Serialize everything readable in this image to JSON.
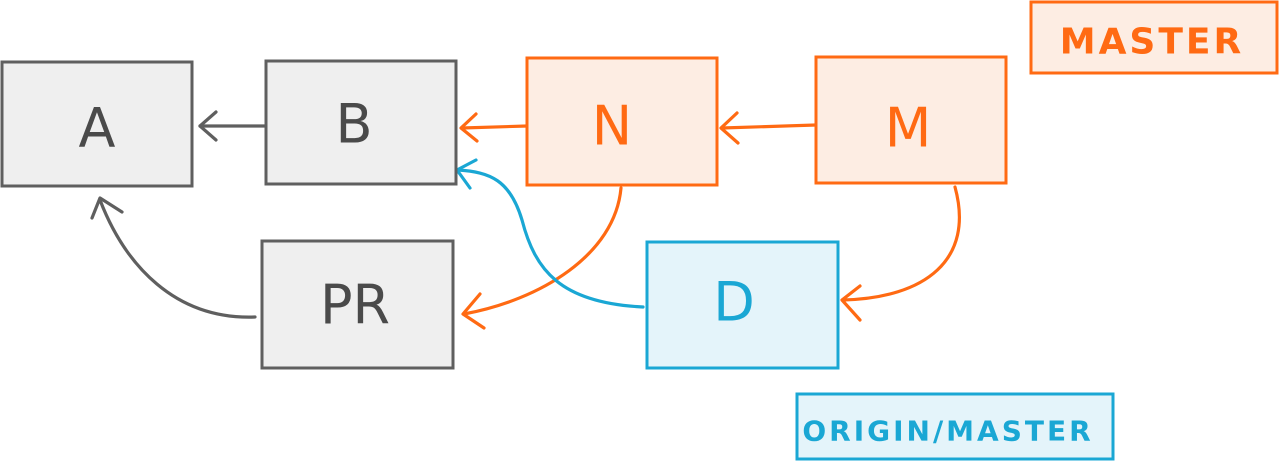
{
  "colors": {
    "gray_stroke": "#5f5f5f",
    "gray_fill": "#efefef",
    "gray_text": "#4a4a4a",
    "orange_stroke": "#ff6a13",
    "orange_fill": "#fdede3",
    "orange_text": "#ff6a13",
    "blue_stroke": "#1aa7d4",
    "blue_fill": "#e4f4fa",
    "blue_text": "#1aa7d4"
  },
  "nodes": {
    "a": "A",
    "b": "B",
    "n": "N",
    "m": "M",
    "pr": "PR",
    "d": "D"
  },
  "tags": {
    "master": "MASTER",
    "origin_master": "ORIGIN/MASTER"
  },
  "edges": [
    {
      "from": "B",
      "to": "A",
      "color": "gray"
    },
    {
      "from": "PR",
      "to": "A",
      "color": "gray"
    },
    {
      "from": "N",
      "to": "B",
      "color": "orange"
    },
    {
      "from": "M",
      "to": "N",
      "color": "orange"
    },
    {
      "from": "N",
      "to": "PR",
      "color": "orange"
    },
    {
      "from": "M",
      "to": "D",
      "color": "orange"
    },
    {
      "from": "D",
      "to": "B",
      "color": "blue"
    }
  ]
}
